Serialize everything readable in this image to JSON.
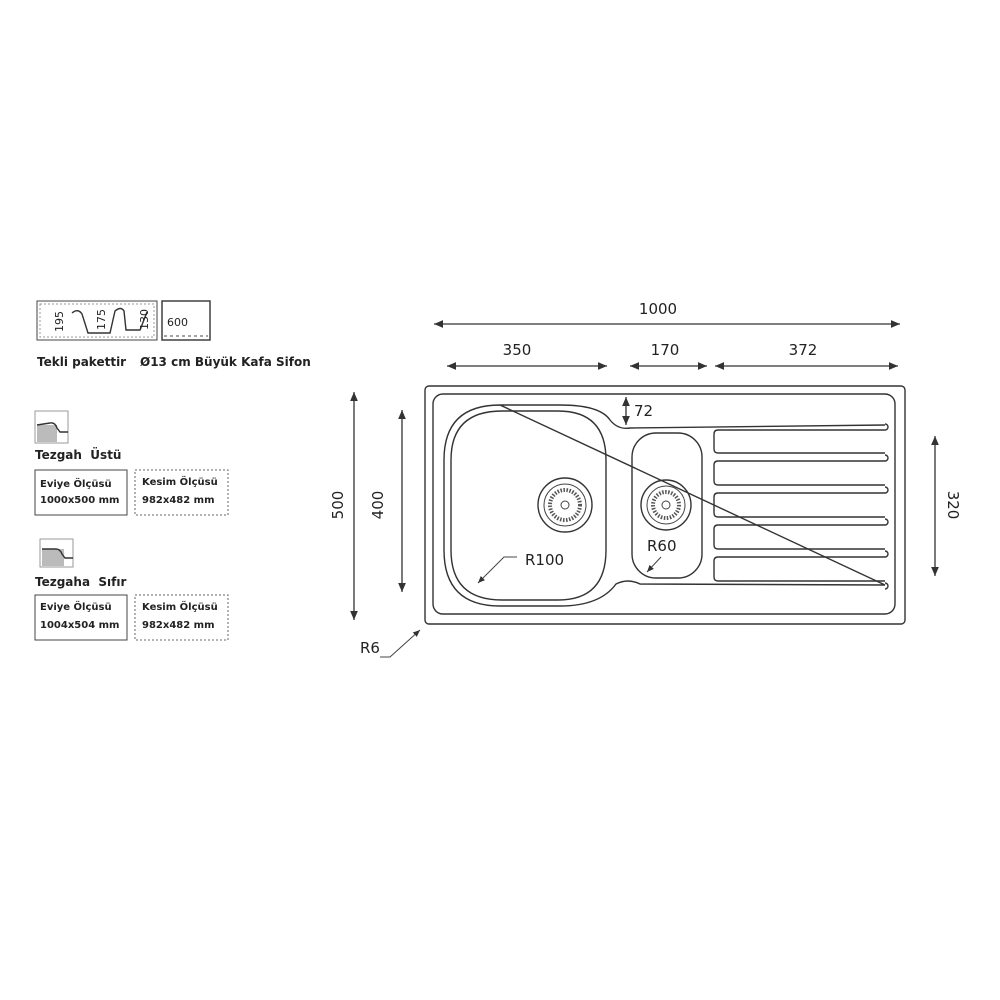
{
  "legend": {
    "profile_dims": [
      "195",
      "175",
      "130"
    ],
    "cabinet_width": "600",
    "package_label": "Tekli pakettir",
    "siphon_label": "Ø13 cm Büyük Kafa Sifon",
    "mount_top": {
      "title": "Tezgah  Üstü",
      "sink_size_label": "Eviye Ölçüsü",
      "sink_size_value": "1000x500 mm",
      "cut_size_label": "Kesim Ölçüsü",
      "cut_size_value": "982x482 mm"
    },
    "mount_flush": {
      "title": "Tezgaha  Sıfır",
      "sink_size_label": "Eviye Ölçüsü",
      "sink_size_value": "1004x504 mm",
      "cut_size_label": "Kesim Ölçüsü",
      "cut_size_value": "982x482 mm"
    }
  },
  "drawing": {
    "total_width": "1000",
    "bowl_width": "350",
    "small_bowl_width": "170",
    "drainer_width": "372",
    "total_depth": "500",
    "bowl_depth": "400",
    "drainer_depth": "320",
    "top_margin": "72",
    "bowl_radius": "R100",
    "small_bowl_radius": "R60",
    "corner_radius": "R6"
  }
}
